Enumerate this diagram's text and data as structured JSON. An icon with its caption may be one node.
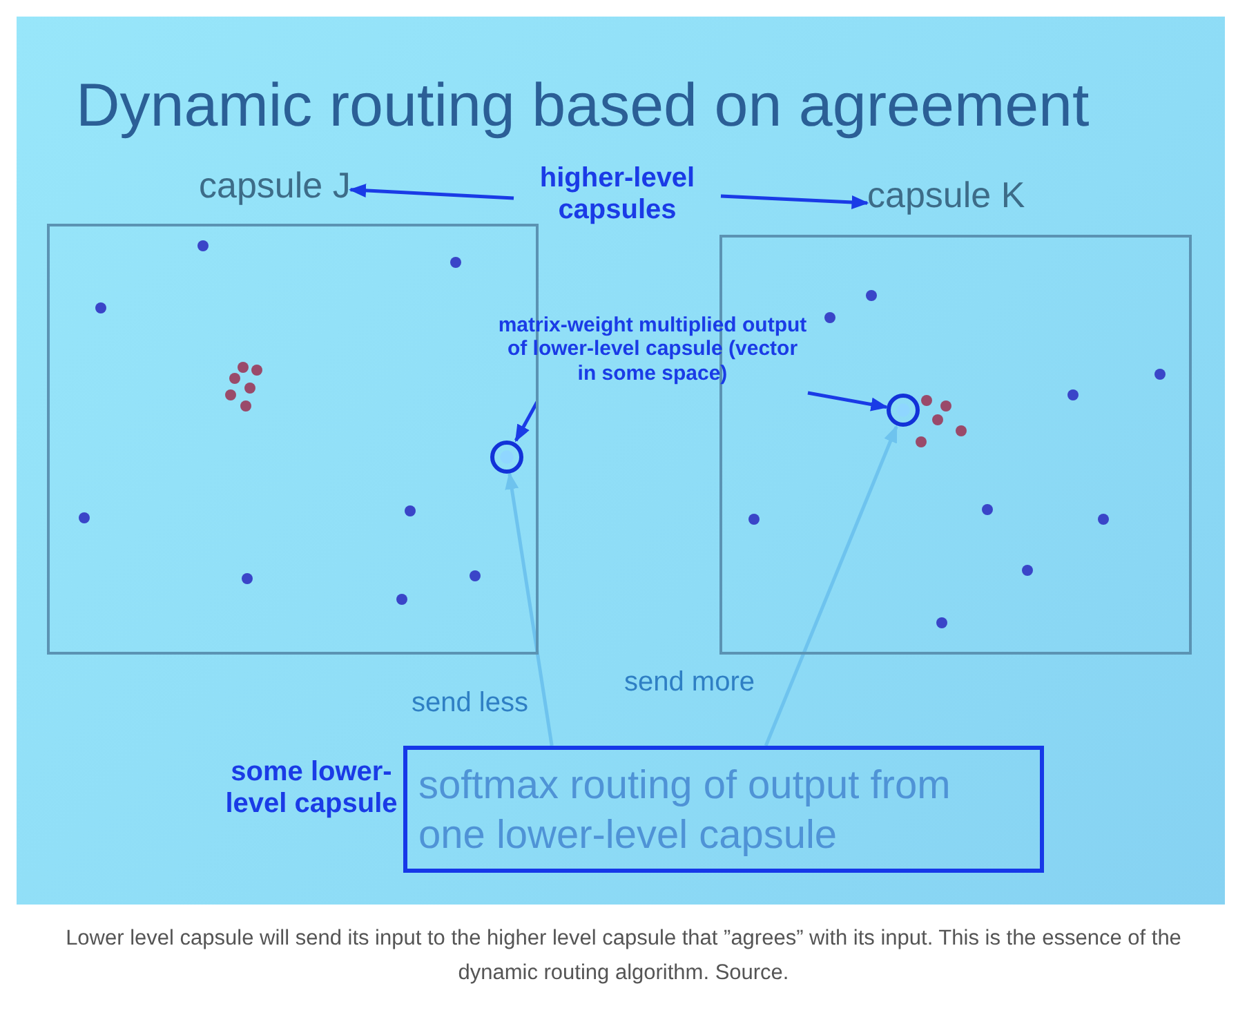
{
  "diagram": {
    "title": "Dynamic routing based on agreement",
    "caption": "Lower level capsule will send its input to the higher level capsule that ”agrees” with its input. This is the essence of the dynamic routing algorithm. Source.",
    "nodes": [
      {
        "text": [
          "capsule J"
        ]
      },
      {
        "text": [
          "capsule K"
        ]
      },
      {
        "text": [
          "higher-level capsules"
        ]
      },
      {
        "text": [
          "matrix-weight multiplied output of lower-level capsule (vector in some space)"
        ]
      },
      {
        "text": [],
        "shape": "circle",
        "in": 0
      },
      {
        "text": [],
        "shape": "circle",
        "in": 1
      },
      {
        "text": [
          "softmax routing of output from one lower-level capsule"
        ],
        "beside": [
          "some lower-level capsule"
        ]
      }
    ],
    "edges": [
      {
        "from": 2,
        "to": 0,
        "arrow": "to"
      },
      {
        "from": 2,
        "to": 1,
        "arrow": "to"
      },
      {
        "from": 3,
        "to": 4,
        "arrow": "to"
      },
      {
        "from": 3,
        "to": 5,
        "arrow": "to"
      },
      {
        "from": 6,
        "to": 4,
        "arrow": "to",
        "label": "send less",
        "color": "#6ec3ee"
      },
      {
        "from": 6,
        "to": 5,
        "arrow": "to",
        "label": "send more",
        "color": "#6ec3ee"
      }
    ]
  }
}
